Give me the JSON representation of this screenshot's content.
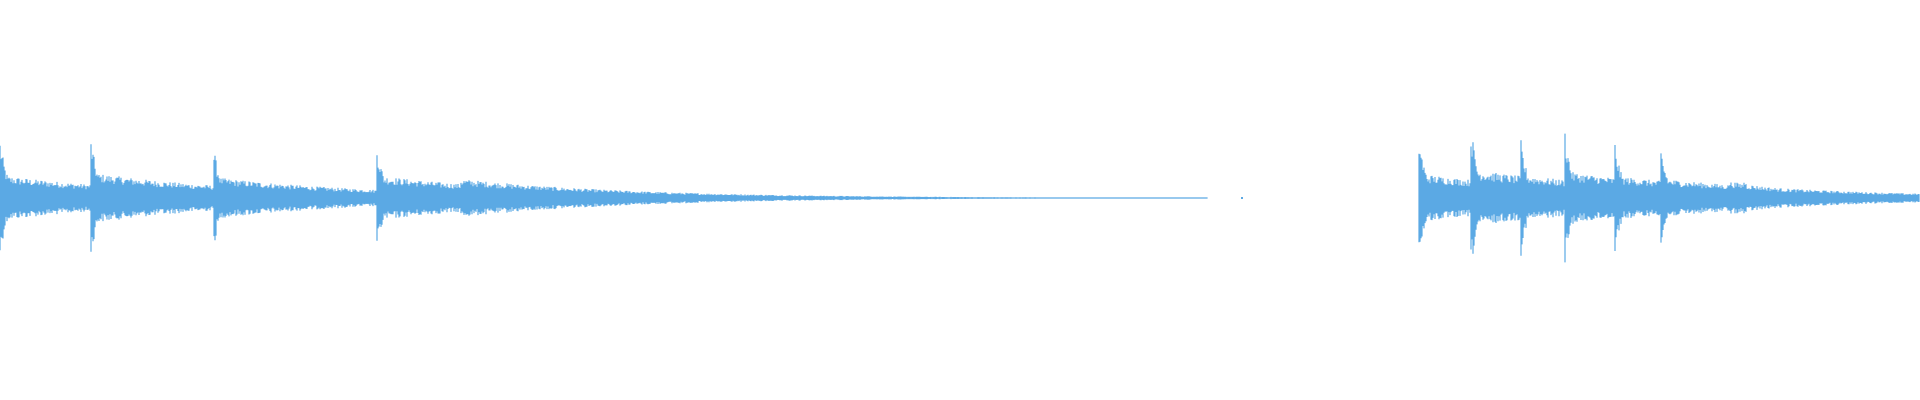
{
  "waveform": {
    "color": "#5ba9e4",
    "background": "#ffffff",
    "duration_fraction_total": 1.0,
    "segments": [
      {
        "start": 0.0,
        "end": 0.629,
        "kind": "sound"
      },
      {
        "start": 0.629,
        "end": 0.739,
        "kind": "silence"
      },
      {
        "start": 0.739,
        "end": 1.0,
        "kind": "sound"
      }
    ],
    "onsets": [
      {
        "t": 0.0,
        "amp": 0.5
      },
      {
        "t": 0.047,
        "amp": 0.56
      },
      {
        "t": 0.111,
        "amp": 0.46
      },
      {
        "t": 0.196,
        "amp": 0.5
      },
      {
        "t": 0.242,
        "amp": 0.16
      },
      {
        "t": 0.739,
        "amp": 0.54
      },
      {
        "t": 0.766,
        "amp": 0.64
      },
      {
        "t": 0.792,
        "amp": 0.51
      },
      {
        "t": 0.815,
        "amp": 0.59
      },
      {
        "t": 0.841,
        "amp": 0.49
      },
      {
        "t": 0.865,
        "amp": 0.43
      },
      {
        "t": 0.908,
        "amp": 0.18
      }
    ]
  }
}
